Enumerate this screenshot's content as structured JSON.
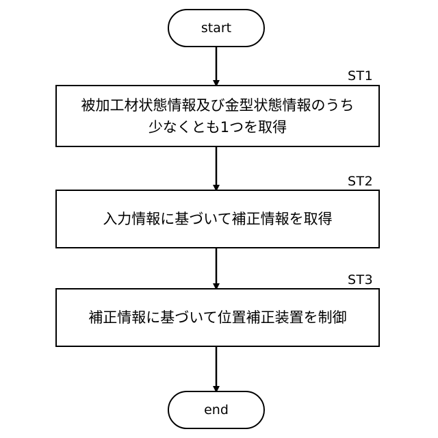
{
  "flowchart": {
    "start": "start",
    "end": "end",
    "steps": [
      {
        "id": "ST1",
        "text_lines": [
          "被加工材状態情報及び金型状態情報のうち",
          "少なくとも1つを取得"
        ]
      },
      {
        "id": "ST2",
        "text_lines": [
          "入力情報に基づいて補正情報を取得"
        ]
      },
      {
        "id": "ST3",
        "text_lines": [
          "補正情報に基づいて位置補正装置を制御"
        ]
      }
    ]
  }
}
